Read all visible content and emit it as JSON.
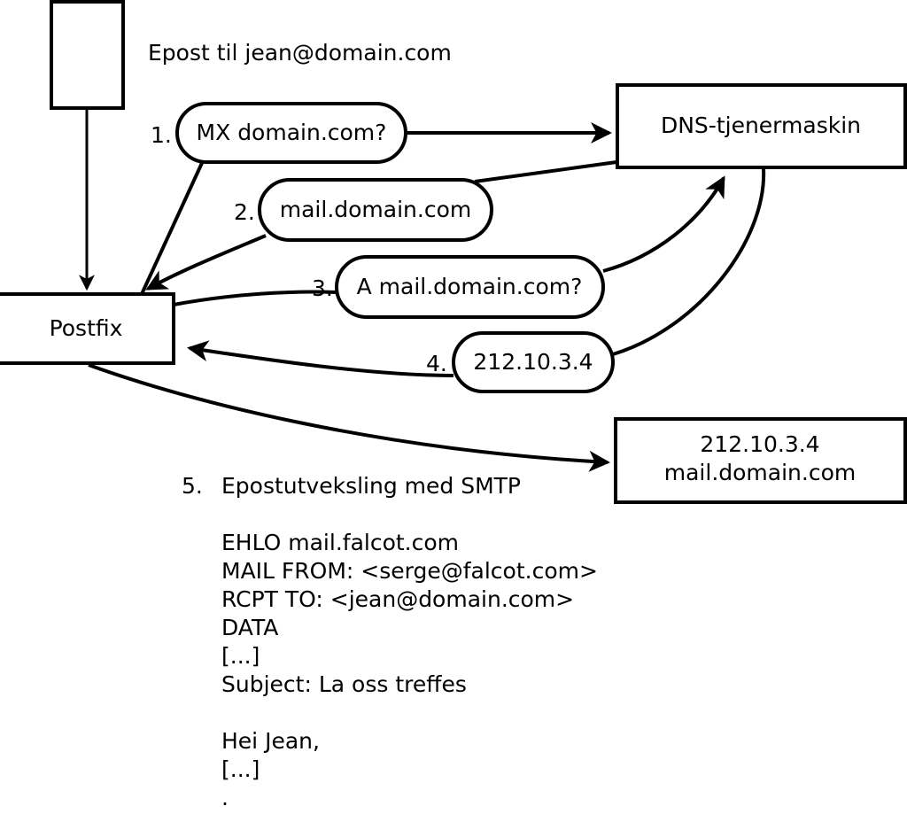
{
  "diagram": {
    "title_text": "Epost til jean@domain.com",
    "nodes": {
      "sender_box": {
        "label": ""
      },
      "postfix_box": {
        "label": "Postfix"
      },
      "dns_box": {
        "label": "DNS-tjenermaskin"
      },
      "target_box": {
        "line1": "212.10.3.4",
        "line2": "mail.domain.com"
      }
    },
    "bubbles": [
      {
        "num": "1.",
        "label": "MX domain.com?"
      },
      {
        "num": "2.",
        "label": "mail.domain.com"
      },
      {
        "num": "3.",
        "label": "A mail.domain.com?"
      },
      {
        "num": "4.",
        "label": "212.10.3.4"
      }
    ],
    "step5": {
      "num": "5.",
      "label": "Epostutveksling med SMTP"
    },
    "smtp_transcript": [
      "EHLO mail.falcot.com",
      "MAIL FROM: <serge@falcot.com>",
      "RCPT TO: <jean@domain.com>",
      "DATA",
      "[...]",
      "Subject: La oss treffes",
      "",
      "Hei Jean,",
      "[...]",
      "."
    ],
    "colors": {
      "stroke": "#000000",
      "fill": "#ffffff",
      "text": "#000000"
    }
  }
}
